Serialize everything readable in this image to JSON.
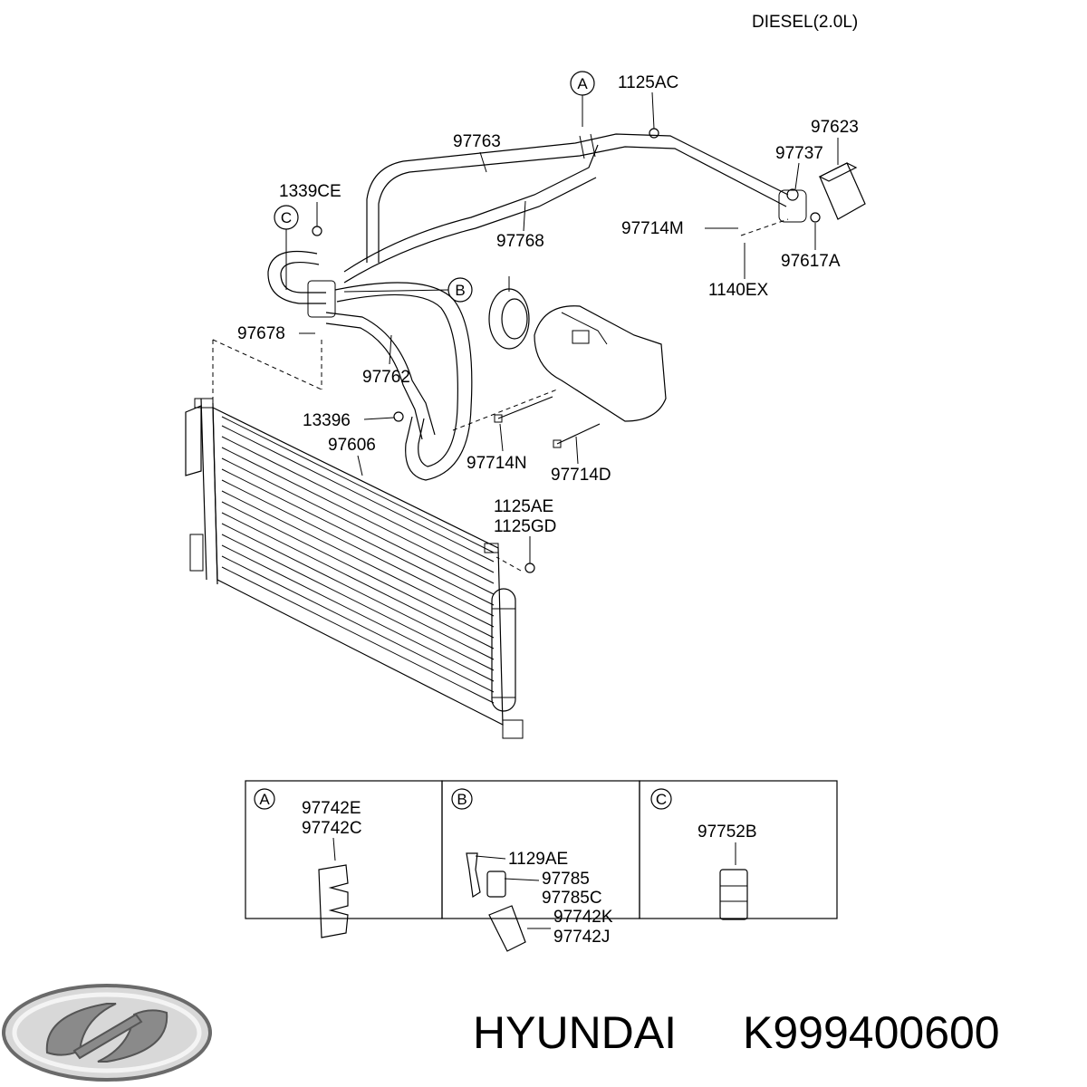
{
  "header": {
    "variant": "DIESEL(2.0L)"
  },
  "callouts": {
    "a": "A",
    "b": "B",
    "c": "C"
  },
  "parts": {
    "p1125AC": "1125AC",
    "p97763": "97763",
    "p97623": "97623",
    "p97737": "97737",
    "p1339CE": "1339CE",
    "p97768": "97768",
    "p97714M": "97714M",
    "p97617A": "97617A",
    "p1140EX": "1140EX",
    "p97678": "97678",
    "p97762": "97762",
    "p13396": "13396",
    "p97606": "97606",
    "p97714N": "97714N",
    "p97714D": "97714D",
    "p1125AE": "1125AE",
    "p1125GD": "1125GD"
  },
  "detail_a": {
    "parts": [
      "97742E",
      "97742C"
    ]
  },
  "detail_b": {
    "parts": [
      "1129AE",
      "97785",
      "97785C",
      "97742K",
      "97742J"
    ]
  },
  "detail_c": {
    "parts": [
      "97752B"
    ]
  },
  "footer": {
    "brand": "HYUNDAI",
    "part_number": "K999400600"
  },
  "icons": {
    "logo": "hyundai-logo-icon"
  }
}
